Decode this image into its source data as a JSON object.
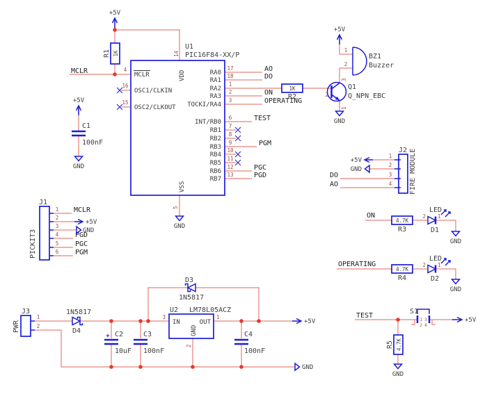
{
  "colors": {
    "wire": "#e8837a",
    "junction": "#e6392b",
    "component": "#1d1dd6",
    "pin_number": "#9c4a42",
    "label": "#1d1d1d",
    "field": "#3e3e3e",
    "pin_name": "#3a3a3a",
    "noconnect": "#2d2dcc",
    "background": "#ffffff"
  },
  "power": {
    "p5v": "+5V",
    "gnd": "GND"
  },
  "labels": {
    "mclr": "MCLR",
    "ao": "AO",
    "do": "DO",
    "on": "ON",
    "operating": "OPERATING",
    "test": "TEST",
    "pgm": "PGM",
    "pgc": "PGC",
    "pgd": "PGD"
  },
  "u1": {
    "ref": "U1",
    "value": "PIC16F84-XX/P",
    "pins": {
      "mclr": {
        "num": "4",
        "name": "MCLR"
      },
      "osc1": {
        "num": "16",
        "name": "OSC1/CLKIN"
      },
      "osc2": {
        "num": "15",
        "name": "OSC2/CLKOUT"
      },
      "vdd": {
        "num": "14",
        "name": "VDD"
      },
      "vss": {
        "num": "5",
        "name": "VSS"
      },
      "ra0": {
        "num": "17",
        "name": "RA0"
      },
      "ra1": {
        "num": "18",
        "name": "RA1"
      },
      "ra2": {
        "num": "1",
        "name": "RA2"
      },
      "ra3": {
        "num": "2",
        "name": "RA3"
      },
      "ra4": {
        "num": "3",
        "name": "TOCKI/RA4"
      },
      "rb0": {
        "num": "6",
        "name": "INT/RB0"
      },
      "rb1": {
        "num": "7",
        "name": "RB1"
      },
      "rb2": {
        "num": "8",
        "name": "RB2"
      },
      "rb3": {
        "num": "9",
        "name": "RB3"
      },
      "rb4": {
        "num": "10",
        "name": "RB4"
      },
      "rb5": {
        "num": "11",
        "name": "RB5"
      },
      "rb6": {
        "num": "12",
        "name": "RB6"
      },
      "rb7": {
        "num": "13",
        "name": "RB7"
      }
    }
  },
  "r1": {
    "ref": "R1",
    "value": "1K"
  },
  "r2": {
    "ref": "R2",
    "value": "1K"
  },
  "r3": {
    "ref": "R3",
    "value": "4.7K"
  },
  "r4": {
    "ref": "R4",
    "value": "4.7K"
  },
  "r5": {
    "ref": "R5",
    "value": "4.7K"
  },
  "c1": {
    "ref": "C1",
    "value": "100nF"
  },
  "c2": {
    "ref": "C2",
    "value": "10uF",
    "polarity": "+"
  },
  "c3": {
    "ref": "C3",
    "value": "100nF"
  },
  "c4": {
    "ref": "C4",
    "value": "100nF"
  },
  "d1": {
    "ref": "D1",
    "value": "LED",
    "pin1": "1",
    "pin2": "2"
  },
  "d2": {
    "ref": "D2",
    "value": "LED",
    "pin1": "1",
    "pin2": "2"
  },
  "d3": {
    "ref": "D3",
    "value": "1N5817"
  },
  "d4": {
    "ref": "D4",
    "value": "1N5817"
  },
  "q1": {
    "ref": "Q1",
    "value": "Q_NPN_EBC",
    "pin1": "1",
    "pin2": "2",
    "pin3": "3"
  },
  "bz1": {
    "ref": "BZ1",
    "value": "Buzzer",
    "pin1": "1",
    "pin2": "2"
  },
  "s1": {
    "ref": "S1",
    "pin1": "1",
    "pin2": "2",
    "pin3": "3",
    "pin4": "4"
  },
  "u2": {
    "ref": "U2",
    "value": "LM78L05ACZ",
    "in_name": "IN",
    "out_name": "OUT",
    "gnd_name": "GND",
    "in_num": "3",
    "out_num": "1",
    "gnd_num": "2"
  },
  "j1": {
    "ref": "J1",
    "value": "PICKIT3",
    "p1": "1",
    "p2": "2",
    "p3": "3",
    "p4": "4",
    "p5": "5",
    "p6": "6"
  },
  "j2": {
    "ref": "J2",
    "value": "FIRE MODULE",
    "p1": "1",
    "p2": "2",
    "p3": "3",
    "p4": "4"
  },
  "j3": {
    "ref": "J3",
    "value": "PWR",
    "p1": "1",
    "p2": "2"
  }
}
